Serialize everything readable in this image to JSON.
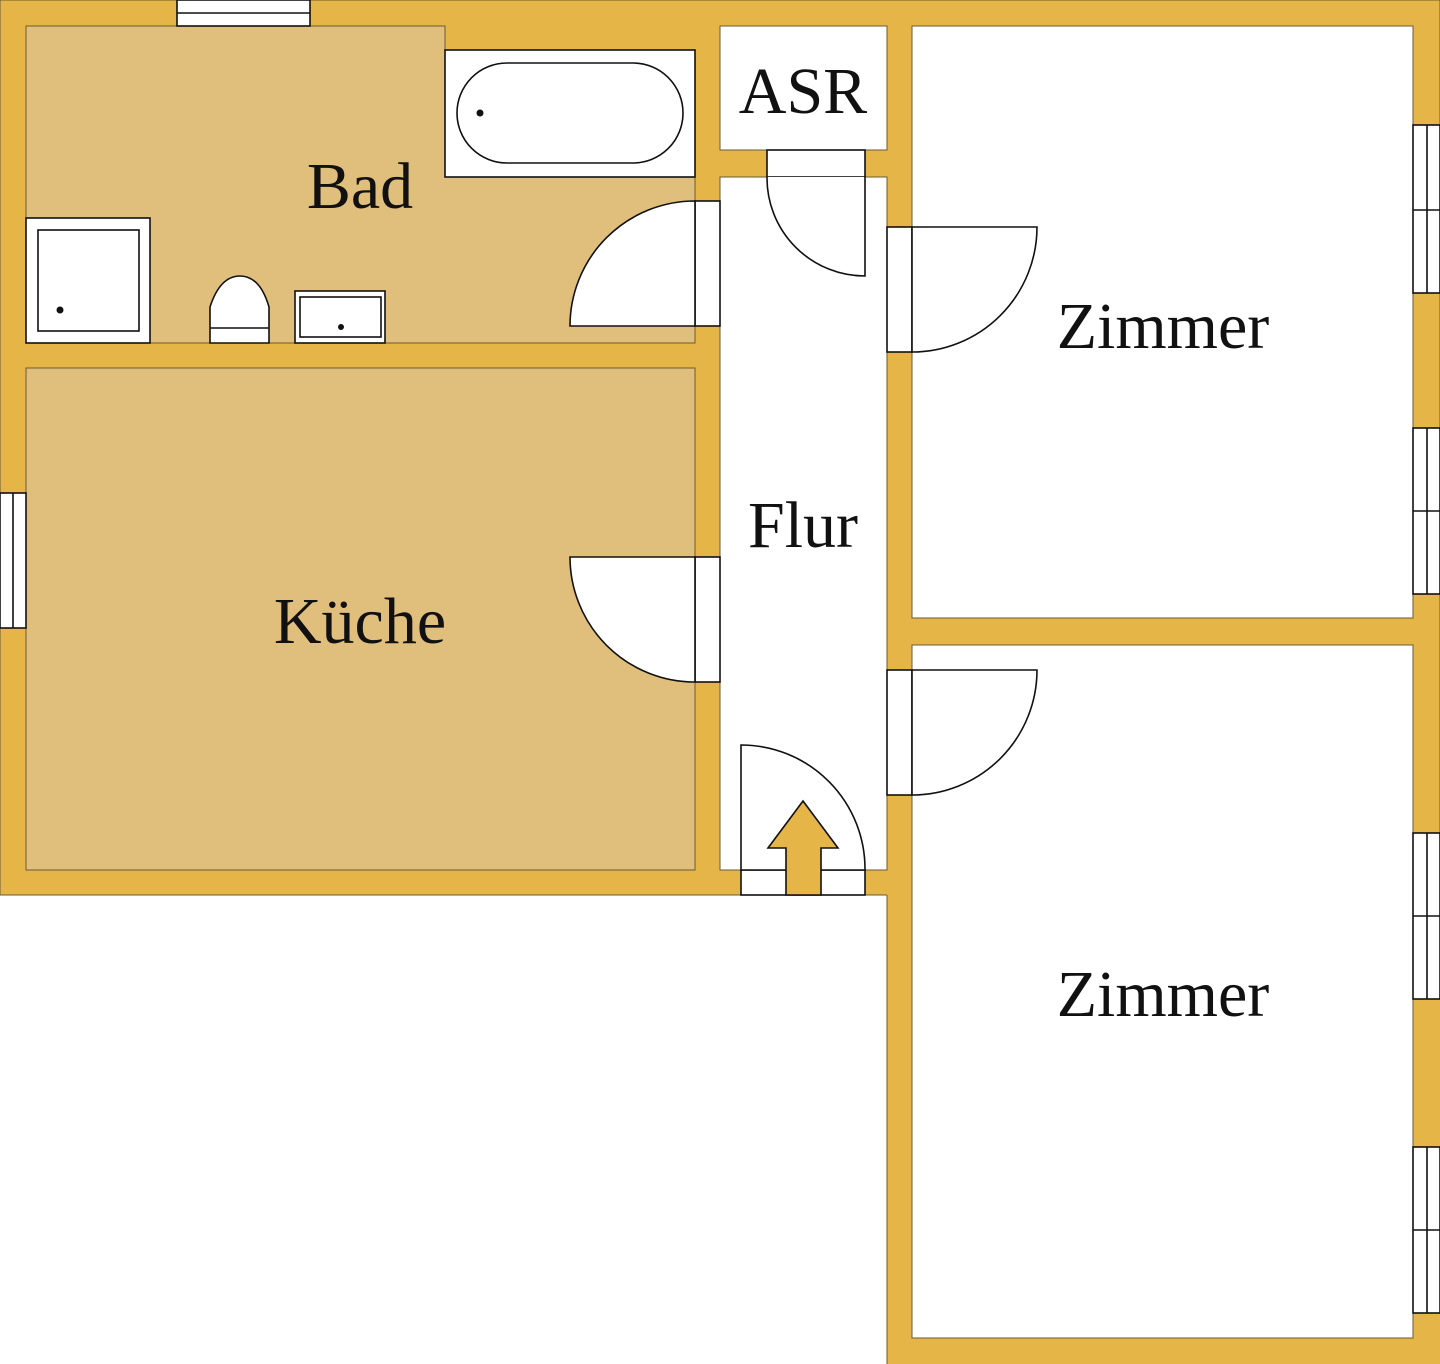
{
  "colors": {
    "wall": "#E5B547",
    "floor_tiled": "#E0BF7C",
    "floor_plain": "#FFFFFF",
    "line": "#111111"
  },
  "rooms": {
    "bath": "Bad",
    "storage": "ASR",
    "room_top": "Zimmer",
    "hallway": "Flur",
    "kitchen": "Küche",
    "room_bottom": "Zimmer"
  }
}
